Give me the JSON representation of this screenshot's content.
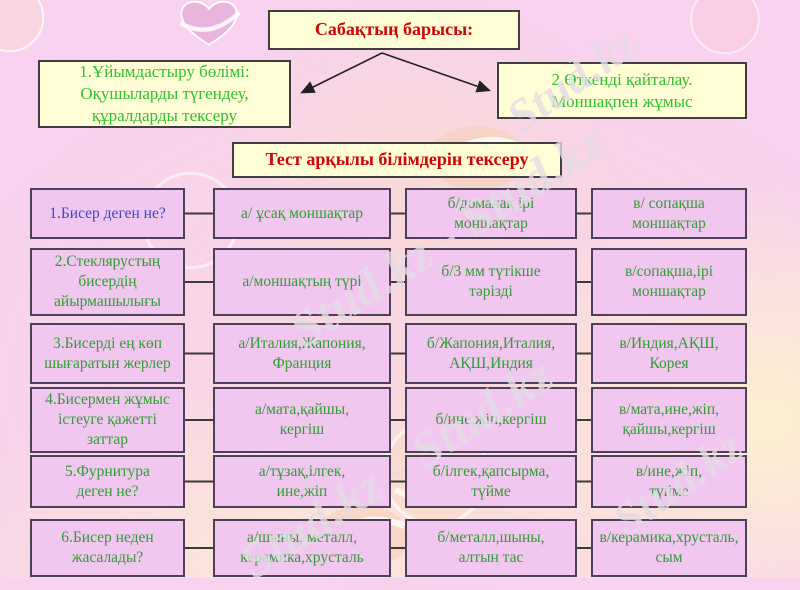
{
  "header": {
    "title": "Сабақтың барысы:",
    "org_box": "1.Ұйымдастыру бөлімі:\nОқушыларды түгендеу,\nқұралдарды тексеру",
    "repeat_box": "2.Өткенді қайталау.\nМоншақпен жұмыс",
    "test_title": "Тест арқылы білімдерін тексеру"
  },
  "watermark": {
    "single": "Stud.kz",
    "double": "Stud.kz - Stud.kz"
  },
  "colors": {
    "background_pink": "#f8d2ee",
    "box_cream": "#fffdd6",
    "box_pink": "#f1c6ef",
    "title_red": "#cf0404",
    "green_bright": "#2ec22e",
    "green_table": "#2f9e33",
    "blue_question": "#3b49c6",
    "border_dark": "#3f3f3f",
    "border_purple": "#4b4158"
  },
  "quiz": {
    "rows": [
      {
        "q": {
          "text": "1.Бисер деген не?",
          "css": "color:#3b49c6"
        },
        "a": {
          "text": "а/ ұсақ моншақтар"
        },
        "b": {
          "text": "б/домалақ ірі\nмоншақтар"
        },
        "v": {
          "text": "в/ сопақша\nмоншақтар"
        }
      },
      {
        "q": {
          "text": "2.Стеклярустың\nбисердің\nайырмашылығы"
        },
        "a": {
          "text": "а/моншақтың түрі"
        },
        "b": {
          "text": "б/3 мм түтікше\nтәрізді"
        },
        "v": {
          "text": "в/сопақша,ірі\nмоншақтар"
        }
      },
      {
        "q": {
          "text": "3.Бисерді ең көп\nшығаратын жерлер"
        },
        "a": {
          "text": "а/Италия,Жапония,\nФранция"
        },
        "b": {
          "text": "б/Жапония,Италия,\nАҚШ,Индия"
        },
        "v": {
          "text": "в/Индия,АҚШ,\nКорея"
        }
      },
      {
        "q": {
          "text": "4.Бисермен жұмыс\nістеуге қажетті\nзаттар"
        },
        "a": {
          "text": "а/мата,қайшы,\nкергіш"
        },
        "b": {
          "text": "б/ине,жіп,кергіш"
        },
        "v": {
          "text": "в/мата,ине,жіп,\nқайшы,кергіш"
        }
      },
      {
        "q": {
          "text": "5.Фурнитура\nдеген не?"
        },
        "a": {
          "text": "а/тұзақ,ілгек,\nине,жіп"
        },
        "b": {
          "text": "б/ілгек,қапсырма,\nтүйме"
        },
        "v": {
          "text": "в/ине,жіп,\nтүйме"
        }
      },
      {
        "q": {
          "text": "6.Бисер неден\nжасалады?"
        },
        "a": {
          "text": "а/шыны, металл,\nкерамика,хрусталь"
        },
        "b": {
          "text": "б/металл,шыны,\nалтын тас"
        },
        "v": {
          "text": "в/керамика,хрусталь,\nсым"
        }
      }
    ]
  }
}
